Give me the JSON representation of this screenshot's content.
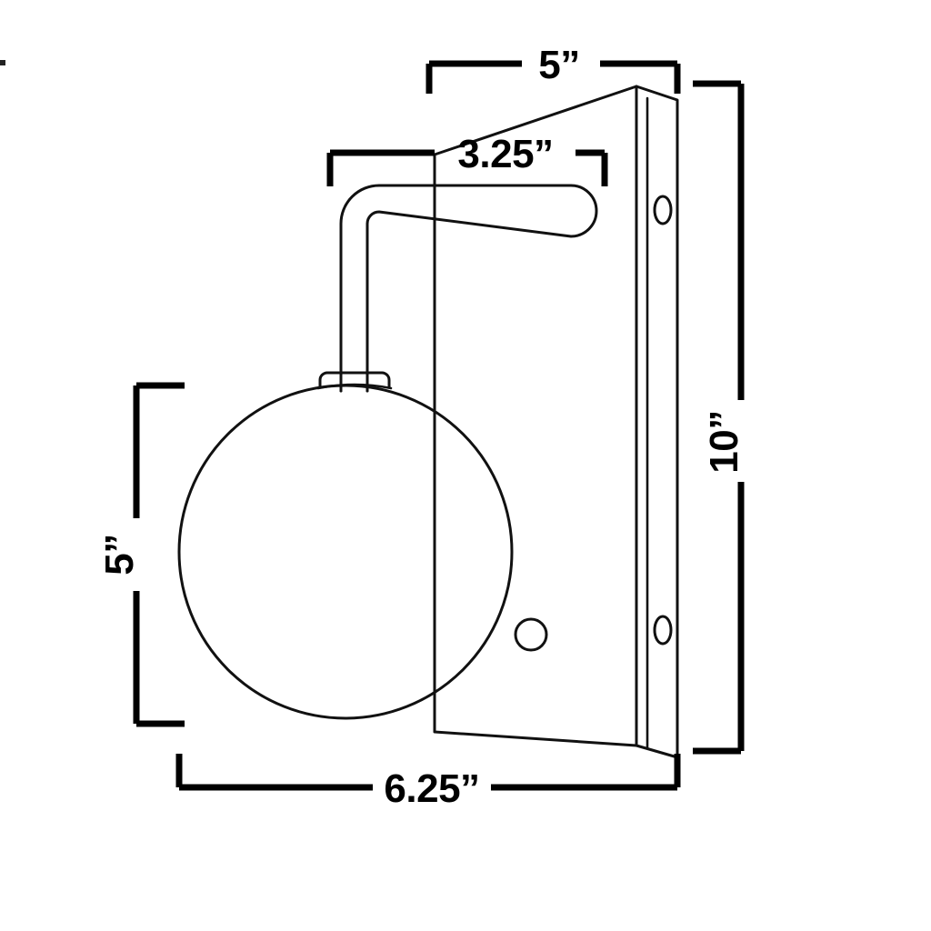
{
  "drawing": {
    "type": "dimensioned-product-line-drawing",
    "subject": "wall sconce with globe shade and angled backplate",
    "background_color": "#ffffff",
    "line_color": "#111111",
    "dimension_color": "#000000",
    "units": "inches"
  },
  "dimensions": {
    "top_width": {
      "label": "5”",
      "value": 5,
      "unit": "in",
      "orientation": "horizontal",
      "position": "top",
      "describes": "backplate depth at top"
    },
    "arm_reach": {
      "label": "3.25”",
      "value": 3.25,
      "unit": "in",
      "orientation": "horizontal",
      "position": "upper-middle",
      "describes": "arm horizontal reach"
    },
    "overall_height": {
      "label": "10”",
      "value": 10,
      "unit": "in",
      "orientation": "vertical",
      "position": "right",
      "describes": "overall fixture height"
    },
    "globe_diameter": {
      "label": "5”",
      "value": 5,
      "unit": "in",
      "orientation": "vertical",
      "position": "left",
      "describes": "globe shade diameter"
    },
    "overall_width": {
      "label": "6.25”",
      "value": 6.25,
      "unit": "in",
      "orientation": "horizontal",
      "position": "bottom",
      "describes": "overall fixture width"
    }
  },
  "parts": {
    "globe": "globe-shade",
    "collar": "shade-collar",
    "stem": "vertical-stem",
    "arm": "horizontal-arm",
    "backplate": "wall-backplate",
    "backplate_side": "backplate-side-face",
    "mounting_hole_top": "mounting-hole-top",
    "mounting_hole_bottom": "mounting-hole-bottom",
    "face_hole": "backplate-face-hole"
  }
}
